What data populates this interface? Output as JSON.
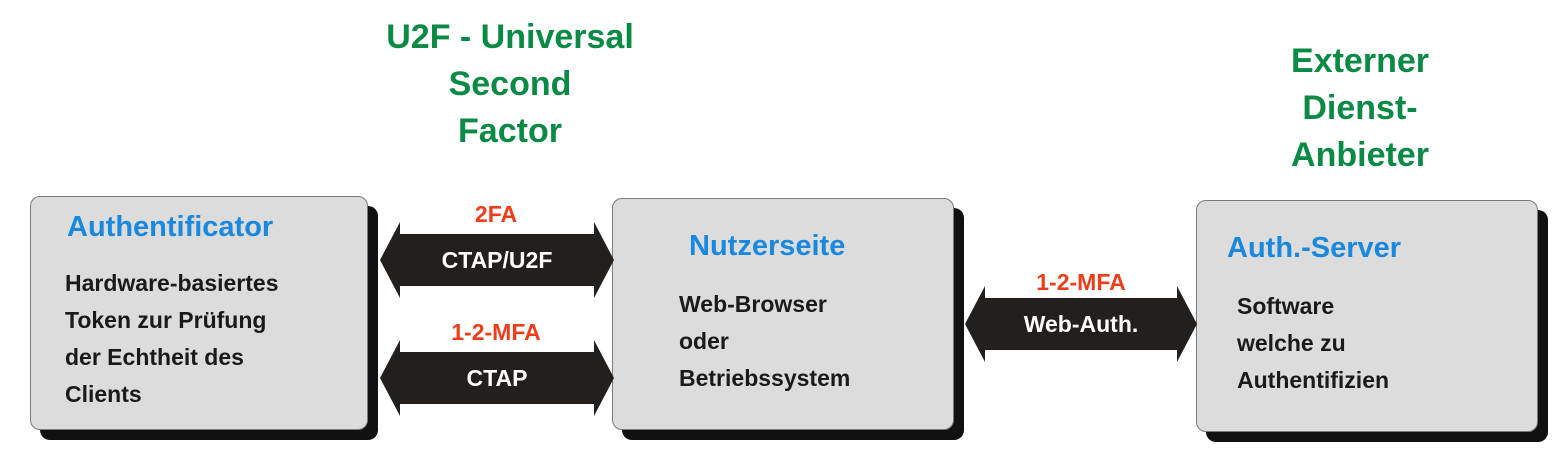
{
  "headings": {
    "u2f_lines": [
      "U2F - Universal",
      "Second",
      "Factor"
    ],
    "external_lines": [
      "Externer",
      "Dienst-",
      "Anbieter"
    ]
  },
  "boxes": [
    {
      "title": "Authentificator",
      "lines": [
        "Hardware-basiertes",
        "Token zur Prüfung",
        "der Echtheit des",
        "Clients"
      ]
    },
    {
      "title": "Nutzerseite",
      "lines": [
        "Web-Browser",
        "oder",
        "Betriebssystem"
      ]
    },
    {
      "title": "Auth.-Server",
      "lines": [
        "Software",
        "welche zu",
        "Authentifizien"
      ]
    }
  ],
  "arrows": [
    {
      "tag": "2FA",
      "label": "CTAP/U2F"
    },
    {
      "tag": "1-2-MFA",
      "label": "CTAP"
    },
    {
      "tag": "1-2-MFA",
      "label": "Web-Auth."
    }
  ],
  "colors": {
    "heading_green": "#0b8a45",
    "box_title_blue": "#1a88dd",
    "tag_red": "#ef3d1a",
    "arrow_fill": "#231f1c",
    "box_fill": "#dcdcdc"
  }
}
